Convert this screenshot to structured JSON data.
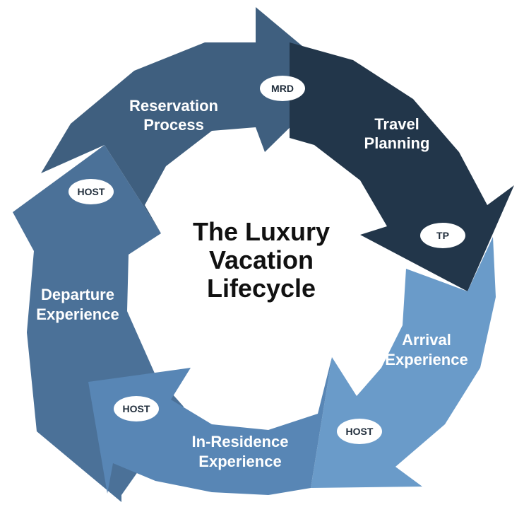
{
  "center": {
    "lines": [
      "The Luxury",
      "Vacation",
      "Lifecycle"
    ]
  },
  "segments": [
    {
      "label_lines": [
        "Reservation",
        "Process"
      ],
      "badge": "MRD",
      "color": "#3f5f7f"
    },
    {
      "label_lines": [
        "Travel",
        "Planning"
      ],
      "badge": "TP",
      "color": "#22364a"
    },
    {
      "label_lines": [
        "Arrival",
        "Experience"
      ],
      "badge": "HOST",
      "color": "#6a9bc9"
    },
    {
      "label_lines": [
        "In-Residence",
        "Experience"
      ],
      "badge": "HOST",
      "color": "#5886b5"
    },
    {
      "label_lines": [
        "Departure",
        "Experience"
      ],
      "badge": "HOST",
      "color": "#4b7198"
    }
  ]
}
